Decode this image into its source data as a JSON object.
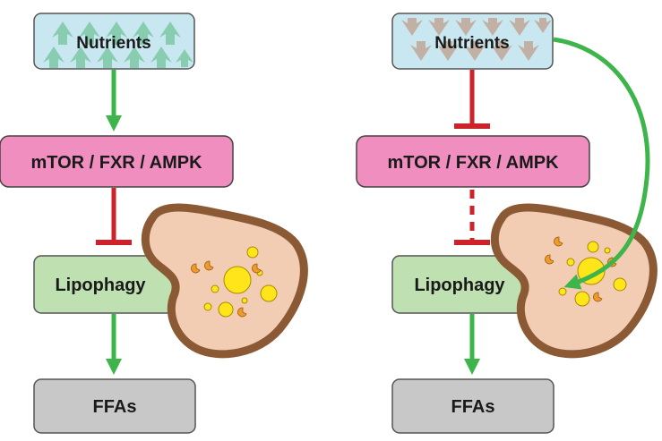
{
  "panels": [
    {
      "nutrients": "Nutrients",
      "regulators": "mTOR / FXR / AMPK",
      "lipophagy": "Lipophagy",
      "output": "FFAs"
    },
    {
      "nutrients": "Nutrients",
      "regulators": "mTOR / FXR / AMPK",
      "lipophagy": "Lipophagy",
      "output": "FFAs"
    }
  ],
  "colors": {
    "nutrients_fill": "#c9e7f0",
    "nutrients_arrow_up": "#7fc9a6",
    "nutrients_arrow_down": "#c2ab9c",
    "regulators_fill": "#f08fbf",
    "lipophagy_fill": "#bfe0b0",
    "ffa_fill": "#c8c8c8",
    "activate_arrow": "#3db54a",
    "inhibit_bar": "#cc2229",
    "cell_fill": "#f2cdb4",
    "cell_border": "#8b5a34",
    "lipid_droplet": "#ffe51a",
    "lysosome": "#f09a2a"
  }
}
